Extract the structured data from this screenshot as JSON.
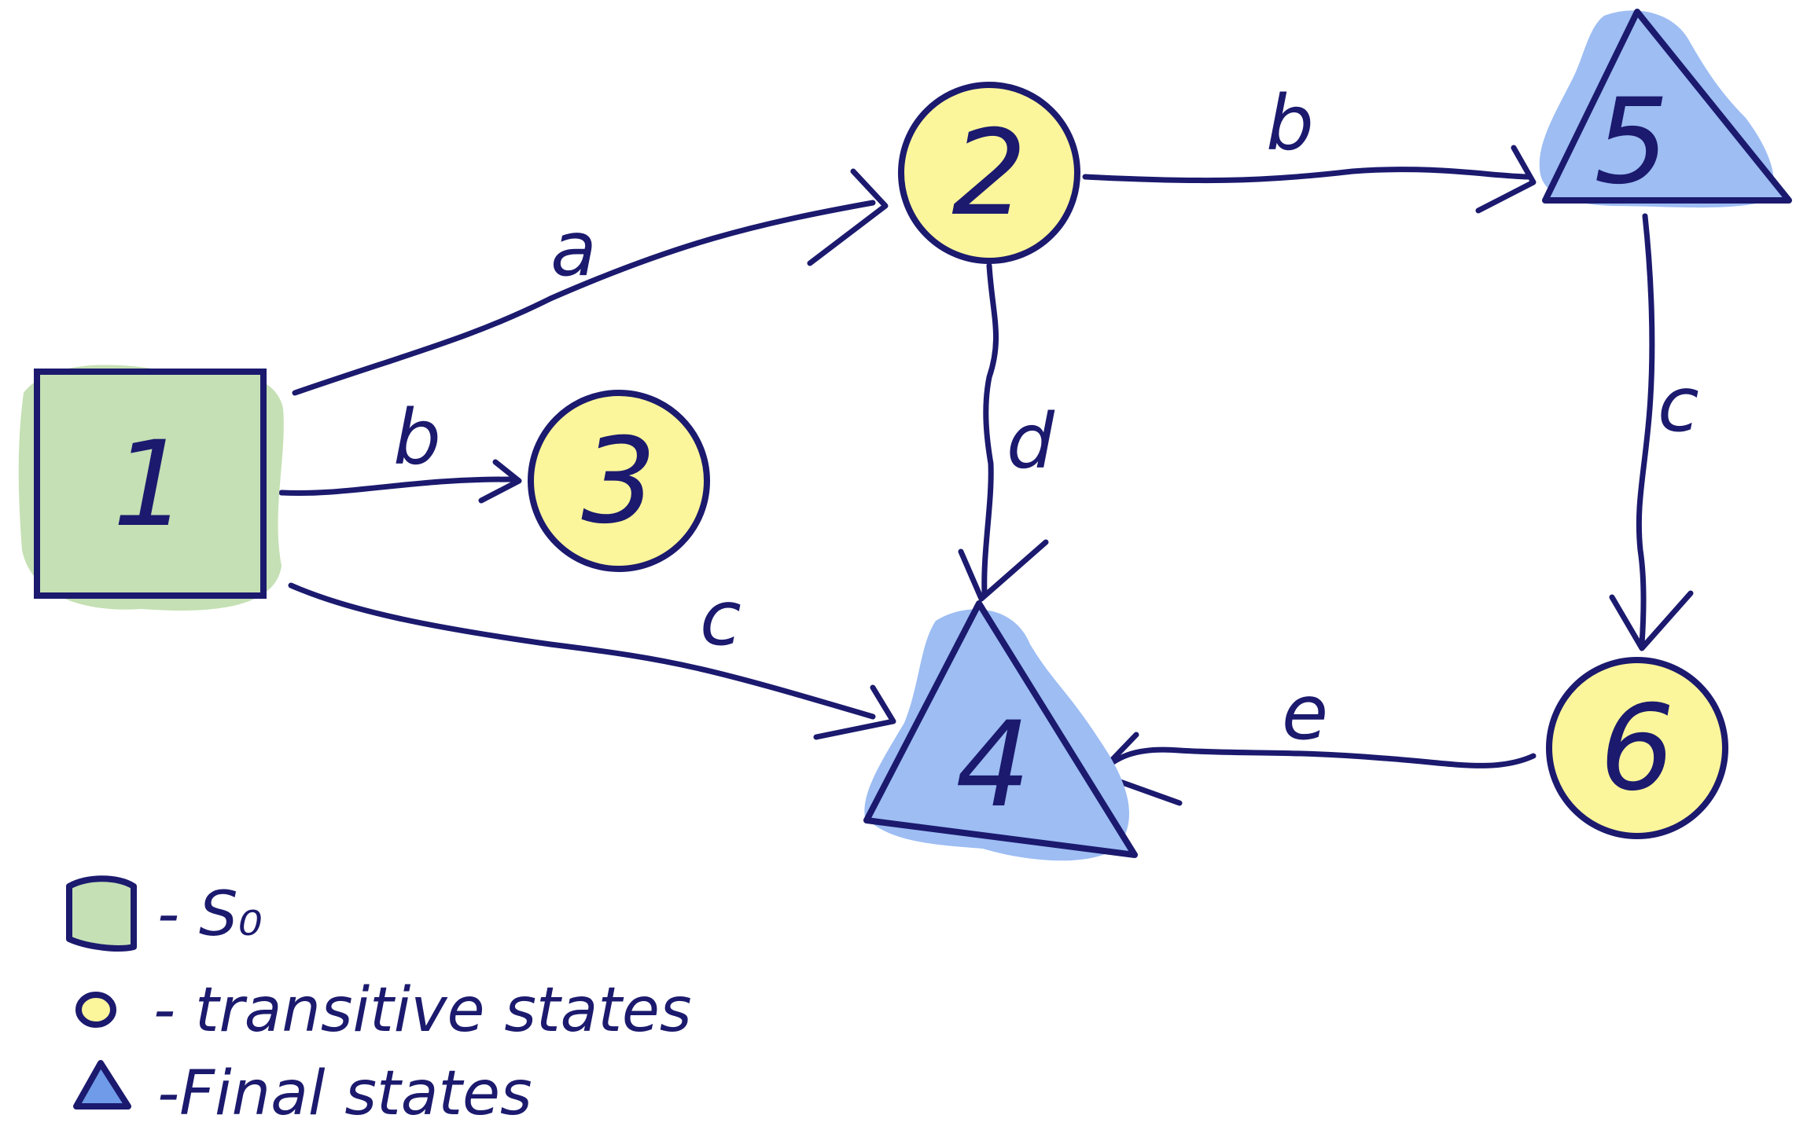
{
  "colors": {
    "ink": "#1b1a6e",
    "start_fill": "#c5e0b4",
    "transitive_fill": "#fbf59b",
    "final_fill": "#9dbdf3"
  },
  "nodes": [
    {
      "id": "1",
      "label": "1",
      "kind": "start",
      "shape": "square"
    },
    {
      "id": "2",
      "label": "2",
      "kind": "transitive",
      "shape": "circle"
    },
    {
      "id": "3",
      "label": "3",
      "kind": "transitive",
      "shape": "circle"
    },
    {
      "id": "4",
      "label": "4",
      "kind": "final",
      "shape": "triangle"
    },
    {
      "id": "5",
      "label": "5",
      "kind": "final",
      "shape": "triangle"
    },
    {
      "id": "6",
      "label": "6",
      "kind": "transitive",
      "shape": "circle"
    }
  ],
  "edges": [
    {
      "from": "1",
      "to": "2",
      "label": "a"
    },
    {
      "from": "1",
      "to": "3",
      "label": "b"
    },
    {
      "from": "1",
      "to": "4",
      "label": "c"
    },
    {
      "from": "2",
      "to": "5",
      "label": "b"
    },
    {
      "from": "2",
      "to": "4",
      "label": "d"
    },
    {
      "from": "5",
      "to": "6",
      "label": "c"
    },
    {
      "from": "6",
      "to": "4",
      "label": "e"
    }
  ],
  "legend": [
    {
      "symbol": "square-icon",
      "text": "- S₀"
    },
    {
      "symbol": "circle-icon",
      "text": "- transitive states"
    },
    {
      "symbol": "triangle-icon",
      "text": "-Final states"
    }
  ]
}
